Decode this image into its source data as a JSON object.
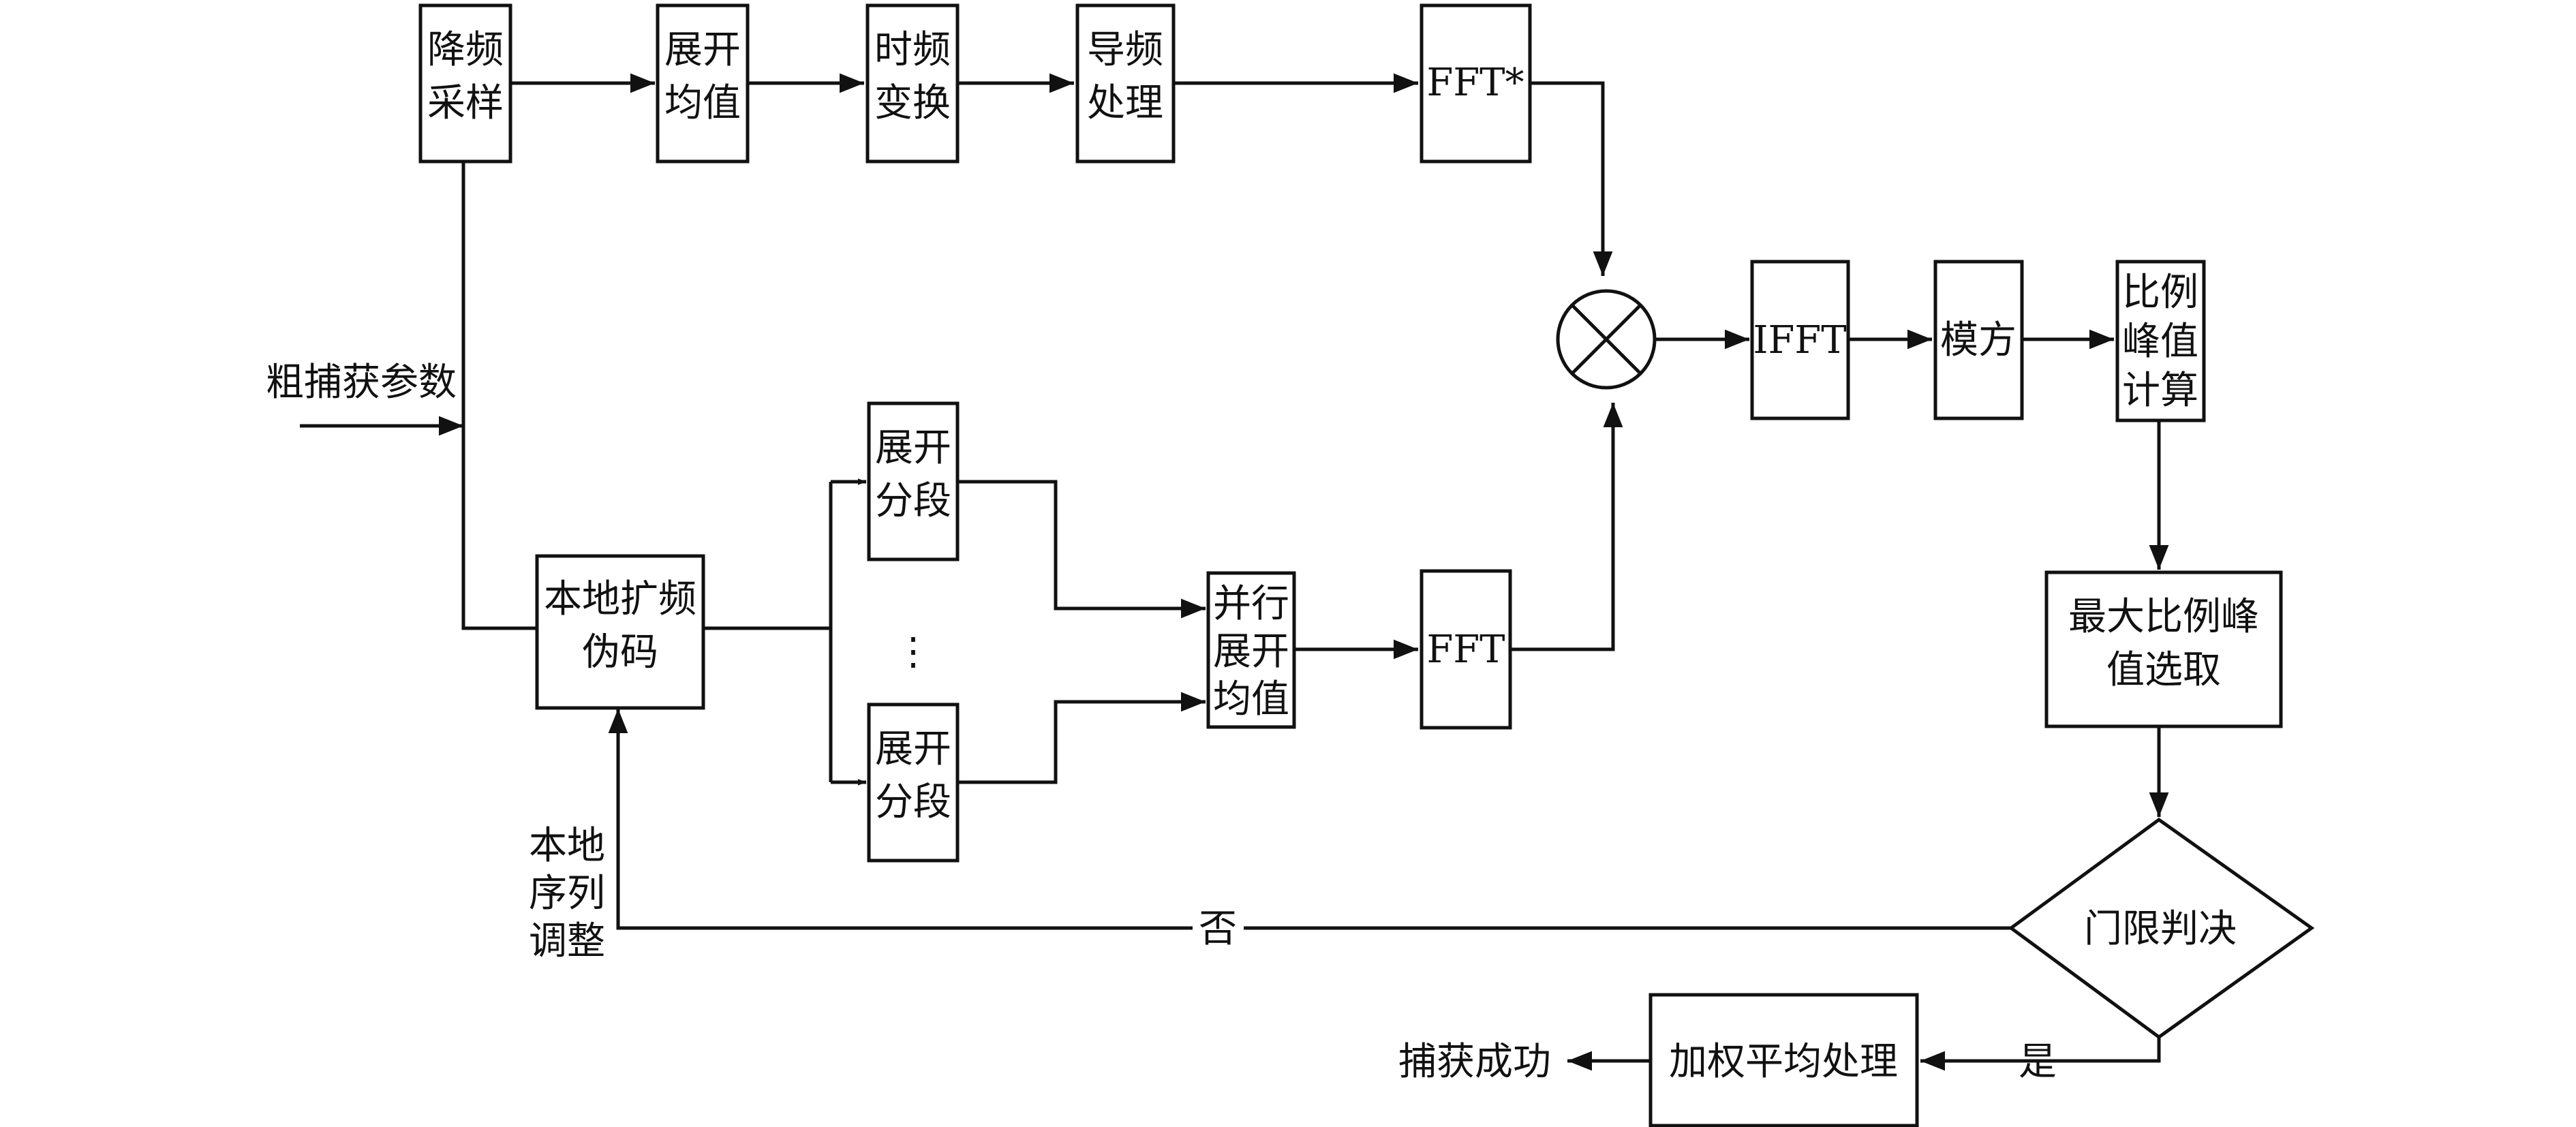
{
  "blocks": {
    "downsample": [
      "降频",
      "采样"
    ],
    "expand_mean": [
      "展开",
      "均值"
    ],
    "tf_transform": [
      "时频",
      "变换"
    ],
    "pilot_proc": [
      "导频",
      "处理"
    ],
    "fft_conj": "FFT*",
    "ifft": "IFFT",
    "modsq": "模方",
    "ratio_peak": [
      "比例",
      "峰值",
      "计算"
    ],
    "local_code": [
      "本地扩频",
      "伪码"
    ],
    "seg_top": [
      "展开",
      "分段"
    ],
    "seg_bottom": [
      "展开",
      "分段"
    ],
    "ellipsis": "⋮",
    "parallel_mean": [
      "并行",
      "展开",
      "均值"
    ],
    "fft": "FFT",
    "max_peak": [
      "最大比例峰",
      "值选取"
    ],
    "threshold": "门限判决",
    "weighted_avg": "加权平均处理"
  },
  "labels": {
    "coarse_params": "粗捕获参数",
    "local_adjust": [
      "本地",
      "序列",
      "调整"
    ],
    "no": "否",
    "yes": "是",
    "success": "捕获成功"
  }
}
